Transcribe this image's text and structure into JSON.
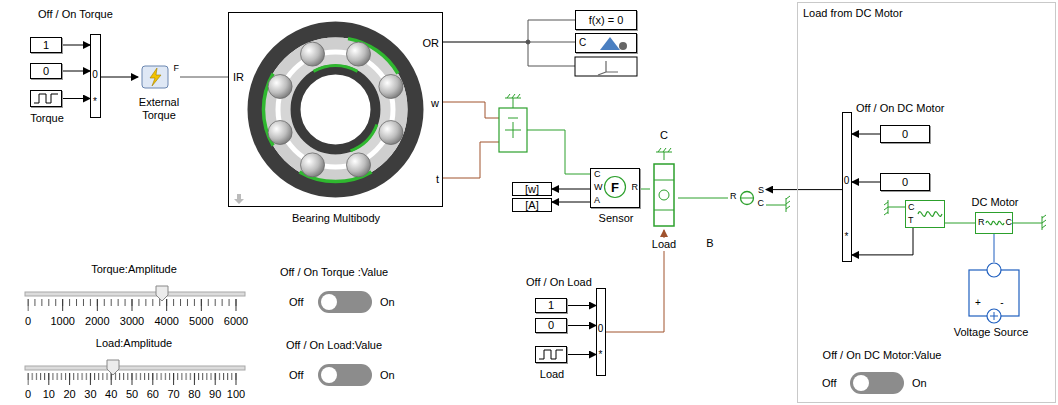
{
  "diagram": {
    "nodes": [
      {
        "text": [
          "1"
        ]
      },
      {
        "text": [
          "0"
        ]
      },
      {
        "text": [
          "Torque"
        ]
      },
      {
        "text": [
          "Off / On Torque",
          "0",
          "*"
        ]
      },
      {
        "text": [
          "F",
          "External Torque"
        ]
      },
      {
        "text": [
          "IR",
          "OR",
          "w",
          "t",
          "Bearing Multibody"
        ]
      },
      {
        "text": [
          "f(x) = 0"
        ]
      },
      {
        "text": [
          "C"
        ]
      },
      {
        "text": [
          "[w]"
        ]
      },
      {
        "text": [
          "[A]"
        ]
      },
      {
        "text": [
          "C",
          "W",
          "A",
          "F",
          "R",
          "Sensor"
        ]
      },
      {
        "text": [
          "C",
          "Load",
          "B"
        ]
      },
      {
        "text": [
          "1"
        ]
      },
      {
        "text": [
          "0"
        ]
      },
      {
        "text": [
          "Load"
        ]
      },
      {
        "text": [
          "Off / On Load",
          "0",
          "*"
        ]
      },
      {
        "text": [
          "R",
          "S",
          "C"
        ]
      },
      {
        "text": [
          "Load from DC Motor"
        ]
      },
      {
        "text": [
          "Off / On DC Motor",
          "0",
          "*"
        ],
        "in": 17
      },
      {
        "text": [
          "0"
        ],
        "in": 17
      },
      {
        "text": [
          "0"
        ],
        "in": 17
      },
      {
        "text": [
          "C",
          "T"
        ],
        "in": 17
      },
      {
        "text": [
          "DC Motor",
          "R",
          "C"
        ],
        "in": 17
      },
      {
        "text": [
          "+",
          "-",
          "Voltage Source"
        ],
        "in": 17
      }
    ],
    "edges": [
      {
        "from": 0,
        "to": 3,
        "arrow": "to"
      },
      {
        "from": 1,
        "to": 3,
        "arrow": "to"
      },
      {
        "from": 2,
        "to": 3,
        "arrow": "to"
      },
      {
        "from": 3,
        "to": 4,
        "arrow": "to"
      },
      {
        "from": 4,
        "to": 5,
        "arrow": "none"
      },
      {
        "from": 5,
        "to": 6,
        "arrow": "none"
      },
      {
        "from": 5,
        "to": 7,
        "arrow": "none"
      },
      {
        "from": 10,
        "to": 8,
        "arrow": "to"
      },
      {
        "from": 10,
        "to": 9,
        "arrow": "to"
      },
      {
        "from": 10,
        "to": 11,
        "arrow": "none"
      },
      {
        "from": 11,
        "to": 16,
        "arrow": "none"
      },
      {
        "from": 18,
        "to": 16,
        "arrow": "to"
      },
      {
        "from": 19,
        "to": 18,
        "arrow": "to"
      },
      {
        "from": 20,
        "to": 18,
        "arrow": "to"
      },
      {
        "from": 21,
        "to": 18,
        "arrow": "to"
      },
      {
        "from": 21,
        "to": 22,
        "arrow": "none"
      },
      {
        "from": 22,
        "to": 23,
        "arrow": "none"
      },
      {
        "from": 12,
        "to": 15,
        "arrow": "to"
      },
      {
        "from": 13,
        "to": 15,
        "arrow": "to"
      },
      {
        "from": 14,
        "to": 15,
        "arrow": "to"
      },
      {
        "from": 15,
        "to": 11,
        "arrow": "to"
      }
    ],
    "labels": [
      "Torque:Amplitude",
      "0",
      "1000",
      "2000",
      "3000",
      "4000",
      "5000",
      "6000",
      "Load:Amplitude",
      "0",
      "10",
      "20",
      "30",
      "40",
      "50",
      "60",
      "70",
      "80",
      "90",
      "100",
      "Off / On Torque :Value",
      "Off",
      "On",
      "Off / On Load:Value",
      "Off",
      "On",
      "Off / On DC Motor:Value",
      "Off",
      "On"
    ]
  }
}
